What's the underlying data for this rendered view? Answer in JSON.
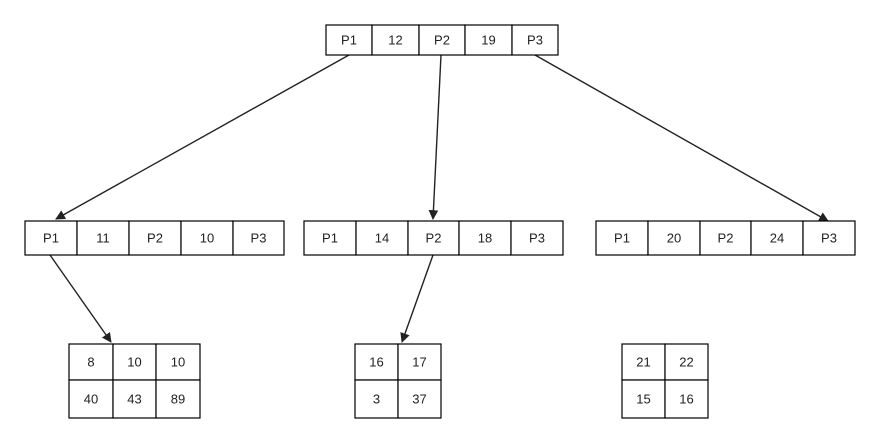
{
  "nodes": {
    "root": [
      "P1",
      "12",
      "P2",
      "19",
      "P3"
    ],
    "left": [
      "P1",
      "11",
      "P2",
      "10",
      "P3"
    ],
    "middle": [
      "P1",
      "14",
      "P2",
      "18",
      "P3"
    ],
    "right": [
      "P1",
      "20",
      "P2",
      "24",
      "P3"
    ]
  },
  "leaves": {
    "leaf_left": [
      [
        "8",
        "10",
        "10"
      ],
      [
        "40",
        "43",
        "89"
      ]
    ],
    "leaf_middle": [
      [
        "16",
        "17"
      ],
      [
        "3",
        "37"
      ]
    ],
    "leaf_right": [
      [
        "21",
        "22"
      ],
      [
        "15",
        "16"
      ]
    ]
  },
  "colors": {
    "line": "#222222",
    "border": "#000000",
    "text": "#222222",
    "background": "#ffffff"
  }
}
